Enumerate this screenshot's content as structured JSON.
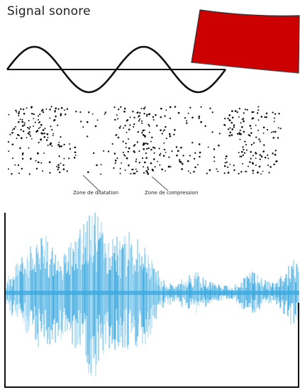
{
  "title": "Signal sonore",
  "labels": {
    "dilatation": "Zone de dilatation",
    "compression": "Zone de compression"
  },
  "colors": {
    "sticky_note": "#cc0000",
    "sine": "#111111",
    "waveform": "#3aa8df",
    "waveform_light": "#8fd0f0",
    "dots": "#111111"
  },
  "icons": [
    "red-note-shape"
  ]
}
